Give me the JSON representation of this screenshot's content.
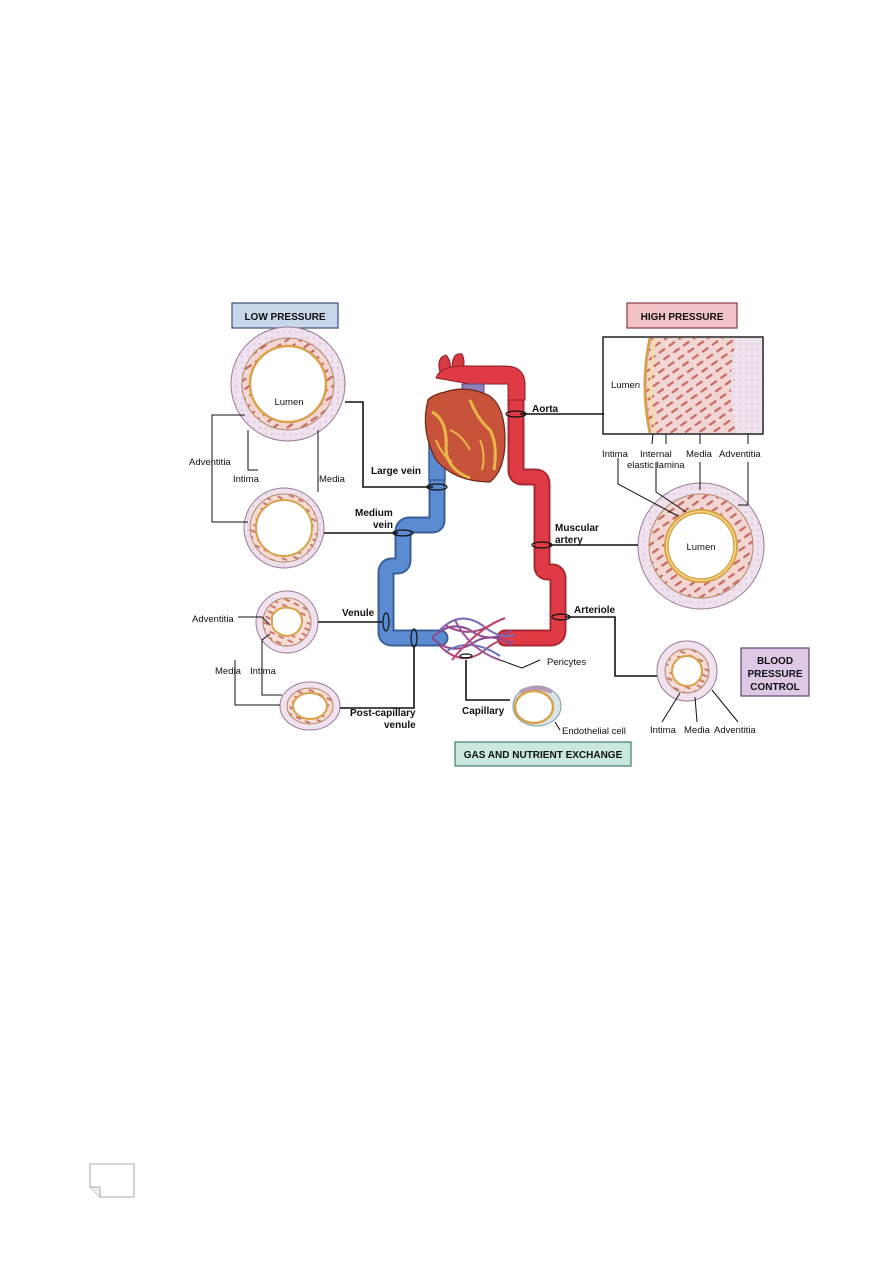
{
  "boxes": {
    "low_pressure": "LOW PRESSURE",
    "high_pressure": "HIGH PRESSURE",
    "blood_pressure_control": [
      "BLOOD",
      "PRESSURE",
      "CONTROL"
    ],
    "gas_exchange": "GAS AND NUTRIENT EXCHANGE"
  },
  "vessels": {
    "large_vein": "Large vein",
    "medium_vein": [
      "Medium",
      "vein"
    ],
    "venule": "Venule",
    "post_capillary_venule": [
      "Post-capillary",
      "venule"
    ],
    "capillary": "Capillary",
    "aorta": "Aorta",
    "muscular_artery": [
      "Muscular",
      "artery"
    ],
    "arteriole": "Arteriole",
    "pericytes": "Pericytes",
    "endothelial_cell": "Endothelial cell"
  },
  "layers": {
    "lumen": "Lumen",
    "adventitia": "Adventitia",
    "intima": "Intima",
    "media": "Media",
    "internal_elastic_lamina": [
      "Internal",
      "elastic lamina"
    ]
  },
  "colors": {
    "artery": "#e03a45",
    "vein": "#4f7fc0",
    "low_box": "#c8d6ec",
    "high_box": "#f2c2c6",
    "control_box": "#ddc8e6",
    "gas_box": "#c8e8e0"
  }
}
